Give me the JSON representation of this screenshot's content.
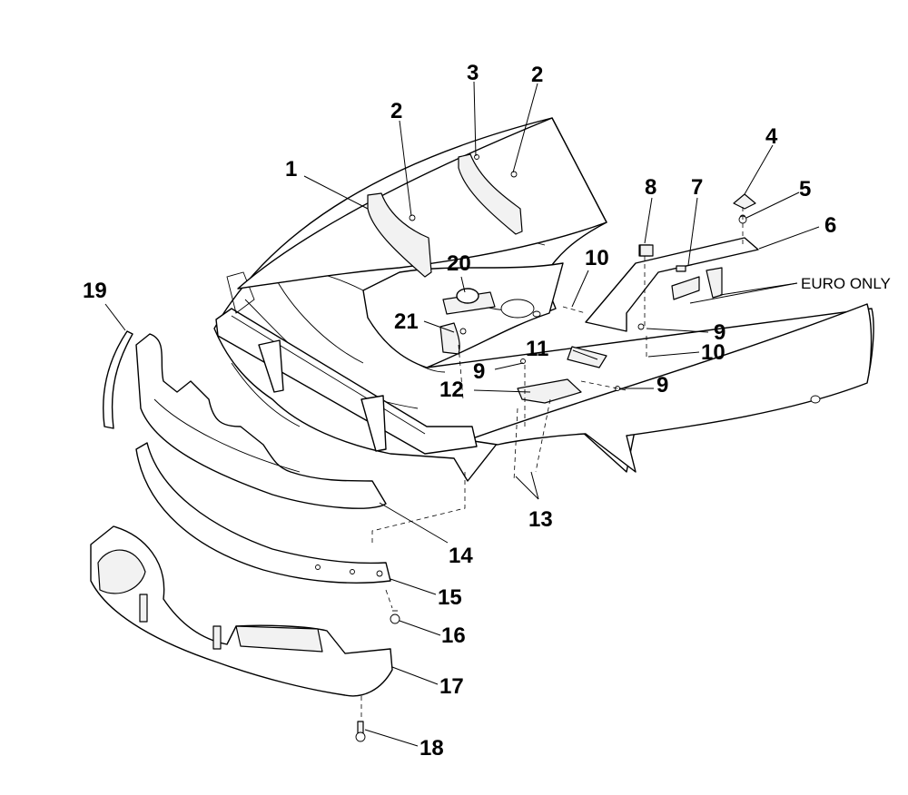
{
  "callouts": {
    "c1": "1",
    "c2a": "2",
    "c2b": "2",
    "c3": "3",
    "c4": "4",
    "c5": "5",
    "c6": "6",
    "c7": "7",
    "c8": "8",
    "c9a": "9",
    "c9b": "9",
    "c9c": "9",
    "c10a": "10",
    "c10b": "10",
    "c11": "11",
    "c12": "12",
    "c13": "13",
    "c14": "14",
    "c15": "15",
    "c16": "16",
    "c17": "17",
    "c18": "18",
    "c19": "19",
    "c20": "20",
    "c21": "21"
  },
  "note": "EURO ONLY"
}
